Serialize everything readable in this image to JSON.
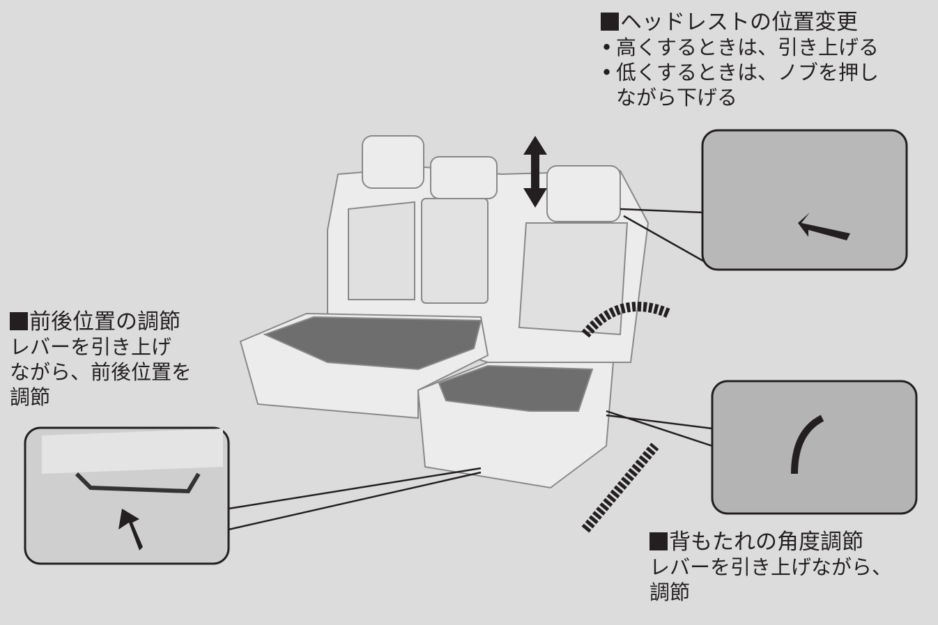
{
  "headrest": {
    "title": "ヘッドレストの位置変更",
    "bullets": [
      "高くするときは、引き上げる",
      "低くするときは、ノブを押し",
      "ながら下げる"
    ]
  },
  "slide": {
    "title": "前後位置の調節",
    "lines": [
      "レバーを引き上げ",
      "ながら、前後位置を",
      "調節"
    ]
  },
  "recline": {
    "title": "背もたれの角度調節",
    "lines": [
      "レバーを引き上げながら、",
      "調節"
    ]
  },
  "colors": {
    "background": "#dcdcdc",
    "text": "#231f20",
    "seat": "#e8e8e8",
    "cushion": "#6e6e6e"
  }
}
